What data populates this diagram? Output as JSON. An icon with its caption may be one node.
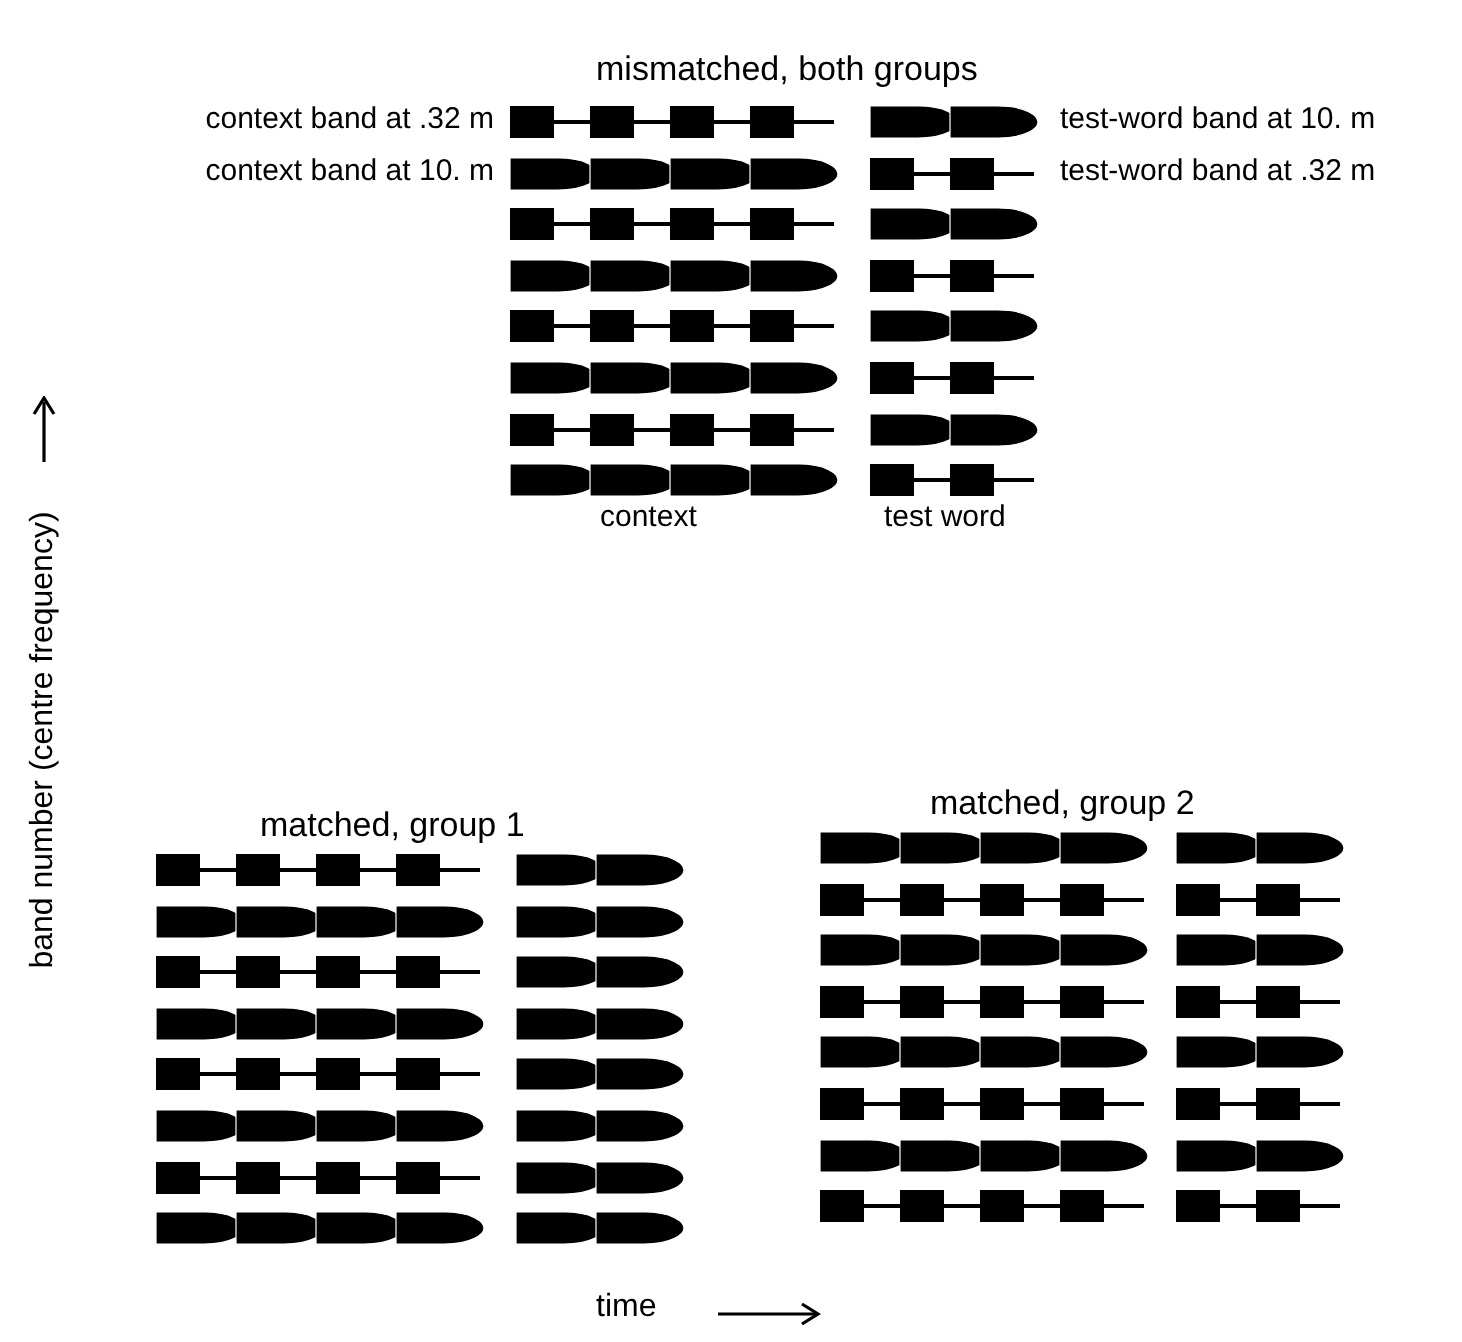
{
  "diagram": {
    "title": "mismatched, both groups",
    "labels": [
      "context band at .32 m",
      "test-word band at 10. m",
      "context band at 10. m",
      "test-word band at .32 m",
      "context",
      "test word",
      "band number (centre frequency)",
      "matched, group 1",
      "matched, group 2",
      "time"
    ]
  }
}
